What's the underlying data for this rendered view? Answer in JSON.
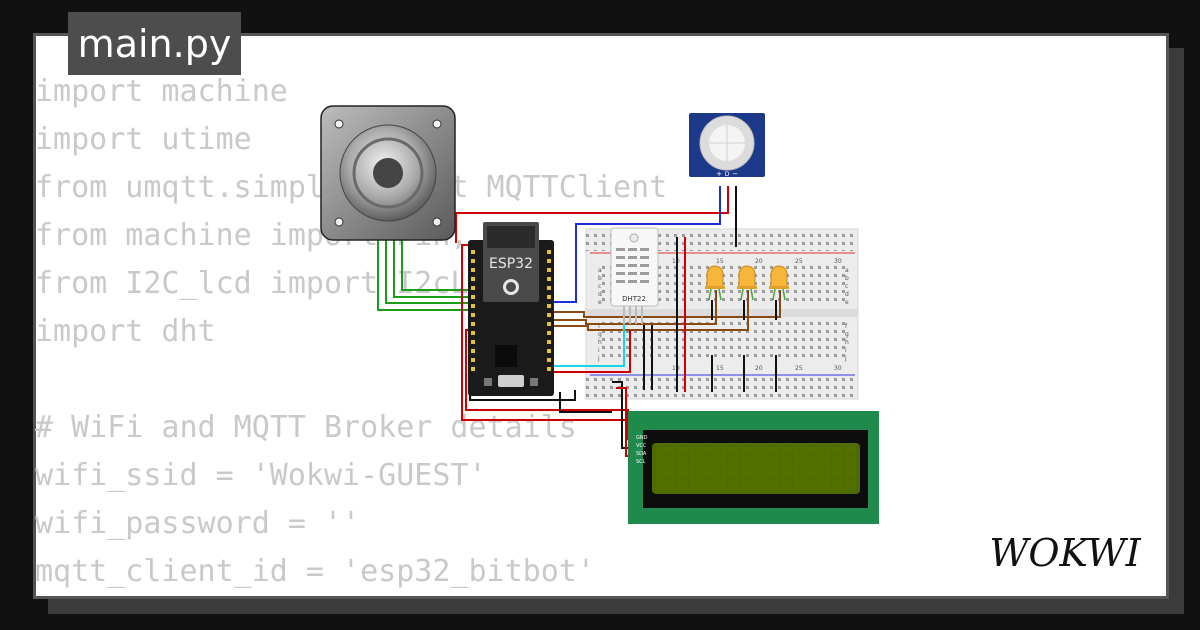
{
  "file_tab": {
    "title": "main.py"
  },
  "code_lines": [
    "import machine",
    "import utime",
    "from umqtt.simple import MQTTClient",
    "from machine import Pin, I2C",
    "from I2C_lcd import I2cLcd",
    "import dht",
    "",
    "# WiFi and MQTT Broker details",
    "wifi_ssid = 'Wokwi-GUEST'",
    "wifi_password = ''",
    "mqtt_client_id = 'esp32_bitbot'"
  ],
  "parts": {
    "mcu_label": "ESP32",
    "sensor_label": "DHT22",
    "pir_pins": [
      "+",
      "D",
      "−"
    ],
    "lcd_pins": [
      "GND",
      "VCC",
      "SDA",
      "SCL"
    ],
    "breadboard_cols": [
      "10",
      "15",
      "20",
      "25",
      "30"
    ],
    "breadboard_rows_top": [
      "a",
      "b",
      "c",
      "d",
      "e"
    ],
    "breadboard_rows_bottom": [
      "f",
      "g",
      "h",
      "i",
      "j"
    ]
  },
  "brand": {
    "name": "WOKWI"
  },
  "colors": {
    "background": "#111111",
    "card": "#ffffff",
    "code_text": "#c9c9c9",
    "tab_bg": "#4d4d4d",
    "lcd_board": "#1f8a4c",
    "lcd_screen": "#4e6b00",
    "pir_board": "#1d3a8a",
    "led": "#f5b63a",
    "wire_red": "#d00000",
    "wire_green": "#1a9e1a",
    "wire_blue": "#1a2fd6",
    "wire_brown": "#8a4a12",
    "wire_cyan": "#19d3e6",
    "wire_black": "#111111"
  }
}
